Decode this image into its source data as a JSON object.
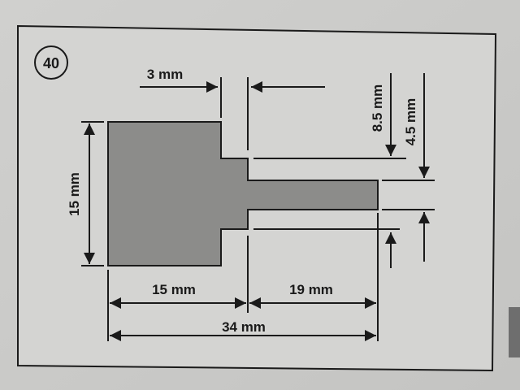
{
  "figure": {
    "number": "40",
    "dimensions": {
      "gap": "3 mm",
      "height": "15 mm",
      "upper_offset": "8.5 mm",
      "tab_width": "4.5 mm",
      "left_width": "15 mm",
      "right_width": "19 mm",
      "total_width": "34 mm"
    }
  },
  "colors": {
    "paper": "#d6d6d4",
    "shape": "#8c8c8a",
    "ink": "#1a1a1a",
    "tab": "#6e6e6e"
  }
}
